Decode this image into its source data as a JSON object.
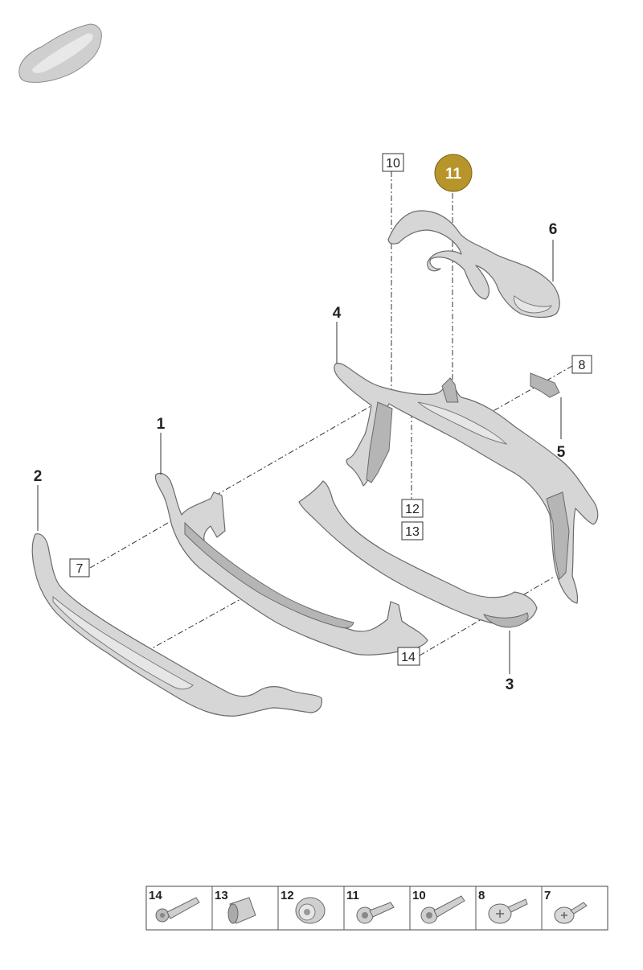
{
  "callouts": {
    "c1": "1",
    "c2": "2",
    "c3": "3",
    "c4": "4",
    "c5": "5",
    "c6": "6",
    "c7": "7",
    "c8": "8",
    "c10": "10",
    "c11": "11",
    "c12": "12",
    "c13": "13",
    "c14": "14"
  },
  "highlight_color": "#b8952a",
  "fastener_table": [
    {
      "num": "14",
      "icon": "long-bolt-icon"
    },
    {
      "num": "13",
      "icon": "sleeve-icon"
    },
    {
      "num": "12",
      "icon": "grommet-icon"
    },
    {
      "num": "11",
      "icon": "short-bolt-icon"
    },
    {
      "num": "10",
      "icon": "flange-bolt-icon"
    },
    {
      "num": "8",
      "icon": "pan-screw-icon"
    },
    {
      "num": "7",
      "icon": "self-tapping-screw-icon"
    }
  ]
}
